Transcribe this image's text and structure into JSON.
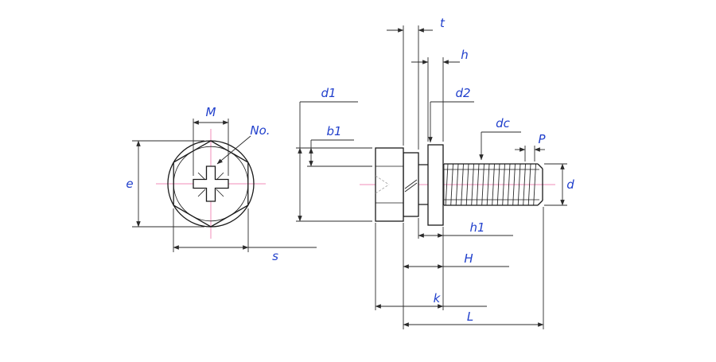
{
  "drawing": {
    "front_view": {
      "labels": {
        "M": "M",
        "no": "No.",
        "e": "e",
        "s": "s"
      }
    },
    "side_view": {
      "labels": {
        "t": "t",
        "h": "h",
        "d1": "d1",
        "b1": "b1",
        "d2": "d2",
        "dc": "dc",
        "p": "P",
        "d": "d",
        "h1": "h1",
        "H": "H",
        "k": "k",
        "L": "L"
      }
    }
  },
  "colors": {
    "line": "#1a1a1a",
    "dimension_line": "#2b2b2b",
    "label_text": "#2140cc",
    "centerline": "#f08cb8",
    "background": "#ffffff"
  }
}
